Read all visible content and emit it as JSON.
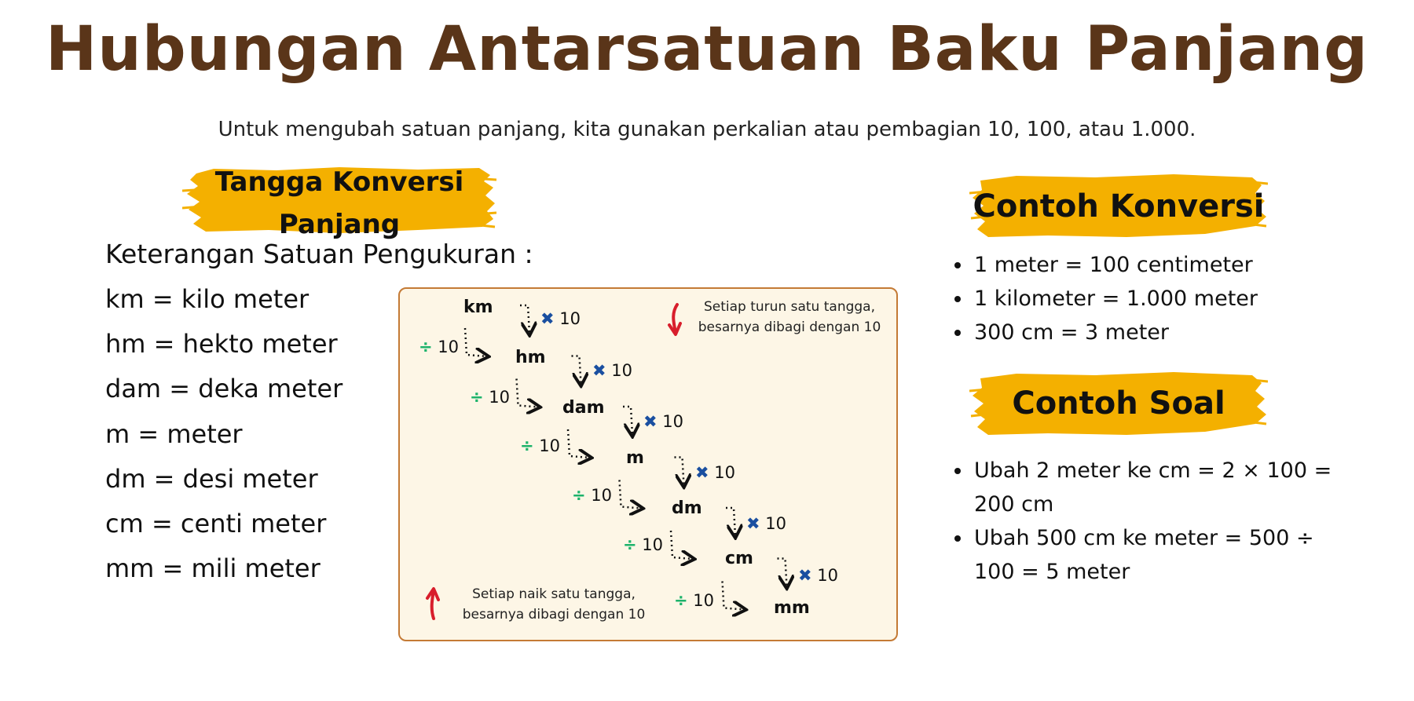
{
  "title": "Hubungan Antarsatuan Baku Panjang",
  "subtitle": "Untuk mengubah satuan panjang, kita gunakan perkalian atau pembagian 10, 100, atau 1.000.",
  "colors": {
    "title": "#5a3519",
    "brush": "#f4b000",
    "panel_bg": "#fdf6e6",
    "panel_border": "#c47a35",
    "multiply": "#1a4fa0",
    "divide": "#1db36b",
    "arrow_red": "#d81e2c"
  },
  "left": {
    "banner_line1": "Tangga Konversi",
    "banner_line2": "Panjang",
    "heading": "Keterangan Satuan Pengukuran :",
    "units": [
      "km = kilo meter",
      "hm = hekto meter",
      "dam = deka meter",
      "m = meter",
      "dm = desi meter",
      "cm = centi meter",
      "mm = mili meter"
    ]
  },
  "ladder": {
    "steps": [
      "km",
      "hm",
      "dam",
      "m",
      "dm",
      "cm",
      "mm"
    ],
    "multiply_label": "10",
    "divide_label": "10",
    "note_down_line1": "Setiap turun satu tangga,",
    "note_down_line2": "besarnya dibagi dengan 10",
    "note_up_line1": "Setiap naik satu tangga,",
    "note_up_line2": "besarnya dibagi dengan 10"
  },
  "right": {
    "banner1": "Contoh Konversi",
    "conversions": [
      "1 meter = 100 centimeter",
      "1 kilometer = 1.000 meter",
      "300 cm = 3 meter"
    ],
    "banner2": "Contoh Soal",
    "problems": [
      "Ubah 2 meter ke cm = 2 × 100 = 200 cm",
      "Ubah 500 cm ke meter = 500 ÷ 100 = 5 meter"
    ]
  }
}
